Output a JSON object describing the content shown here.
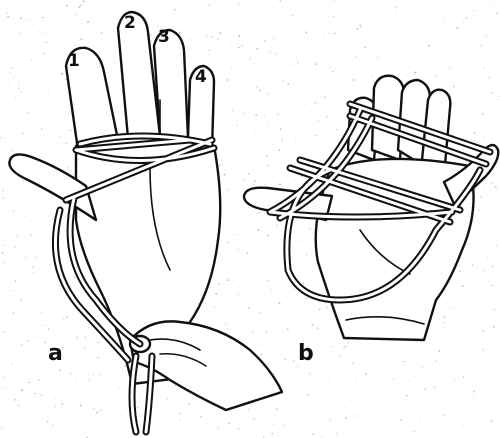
{
  "figure": {
    "panels": [
      {
        "label": "a",
        "finger_labels": [
          "1",
          "2",
          "3",
          "4"
        ]
      },
      {
        "label": "b"
      }
    ],
    "colors": {
      "ink": "#111111",
      "paper": "#ffffff",
      "speckle": "#9a9a9a"
    }
  }
}
